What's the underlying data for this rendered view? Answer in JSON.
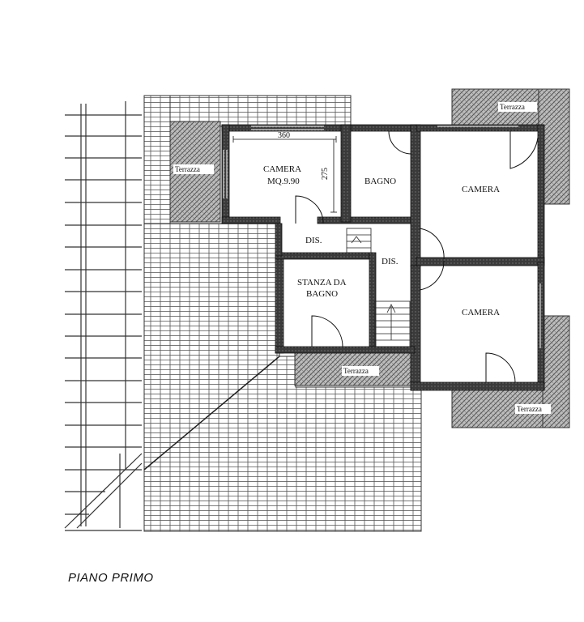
{
  "plan": {
    "rooms": {
      "camera_top_left": "CAMERA",
      "camera_top_left_area": "MQ.9.90",
      "bagno": "BAGNO",
      "camera_right_top": "CAMERA",
      "camera_right_bottom": "CAMERA",
      "dis_1": "DIS.",
      "dis_2": "DIS.",
      "stanza_bagno_line1": "STANZA DA",
      "stanza_bagno_line2": "BAGNO"
    },
    "terraces": {
      "left": "Terrazza",
      "top_right": "Terrazza",
      "center": "Terrazza",
      "bottom_right": "Terrazza"
    },
    "dimensions": {
      "width": "360",
      "height": "275"
    }
  },
  "caption": "PIANO PRIMO",
  "colors": {
    "wall": "#2a2a2a",
    "roof_line": "#444444",
    "terrace_fill": "#9a9a9a"
  }
}
